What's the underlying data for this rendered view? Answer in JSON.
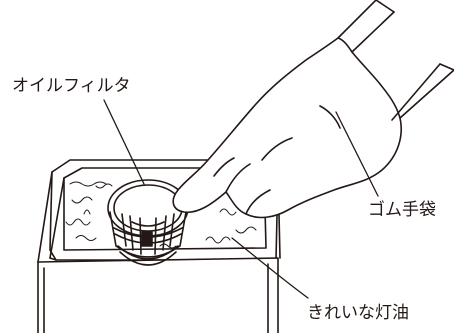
{
  "labels": {
    "oil_filter": "オイルフィルタ",
    "rubber_glove": "ゴム手袋",
    "clean_kerosene": "きれいな灯油"
  },
  "colors": {
    "line": "#231815",
    "fill": "#ffffff"
  }
}
